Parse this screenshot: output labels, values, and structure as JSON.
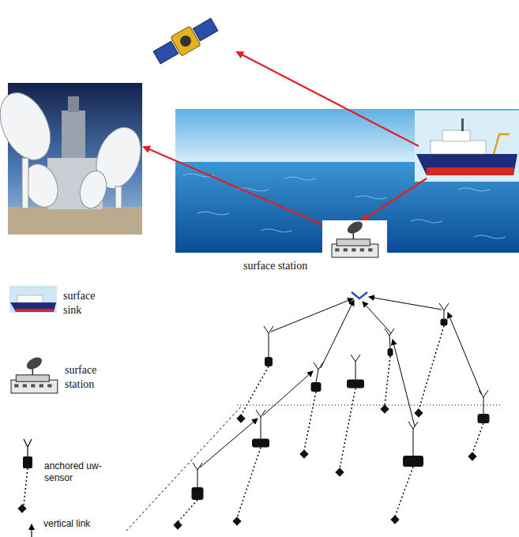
{
  "diagram": {
    "nodes": [
      {
        "text": [
          "surface station"
        ]
      }
    ],
    "legend": [
      {
        "text": "surface sink"
      },
      {
        "text": "surface station"
      },
      {
        "text": "anchored uw-sensor"
      },
      {
        "text": "vertical link"
      }
    ]
  }
}
